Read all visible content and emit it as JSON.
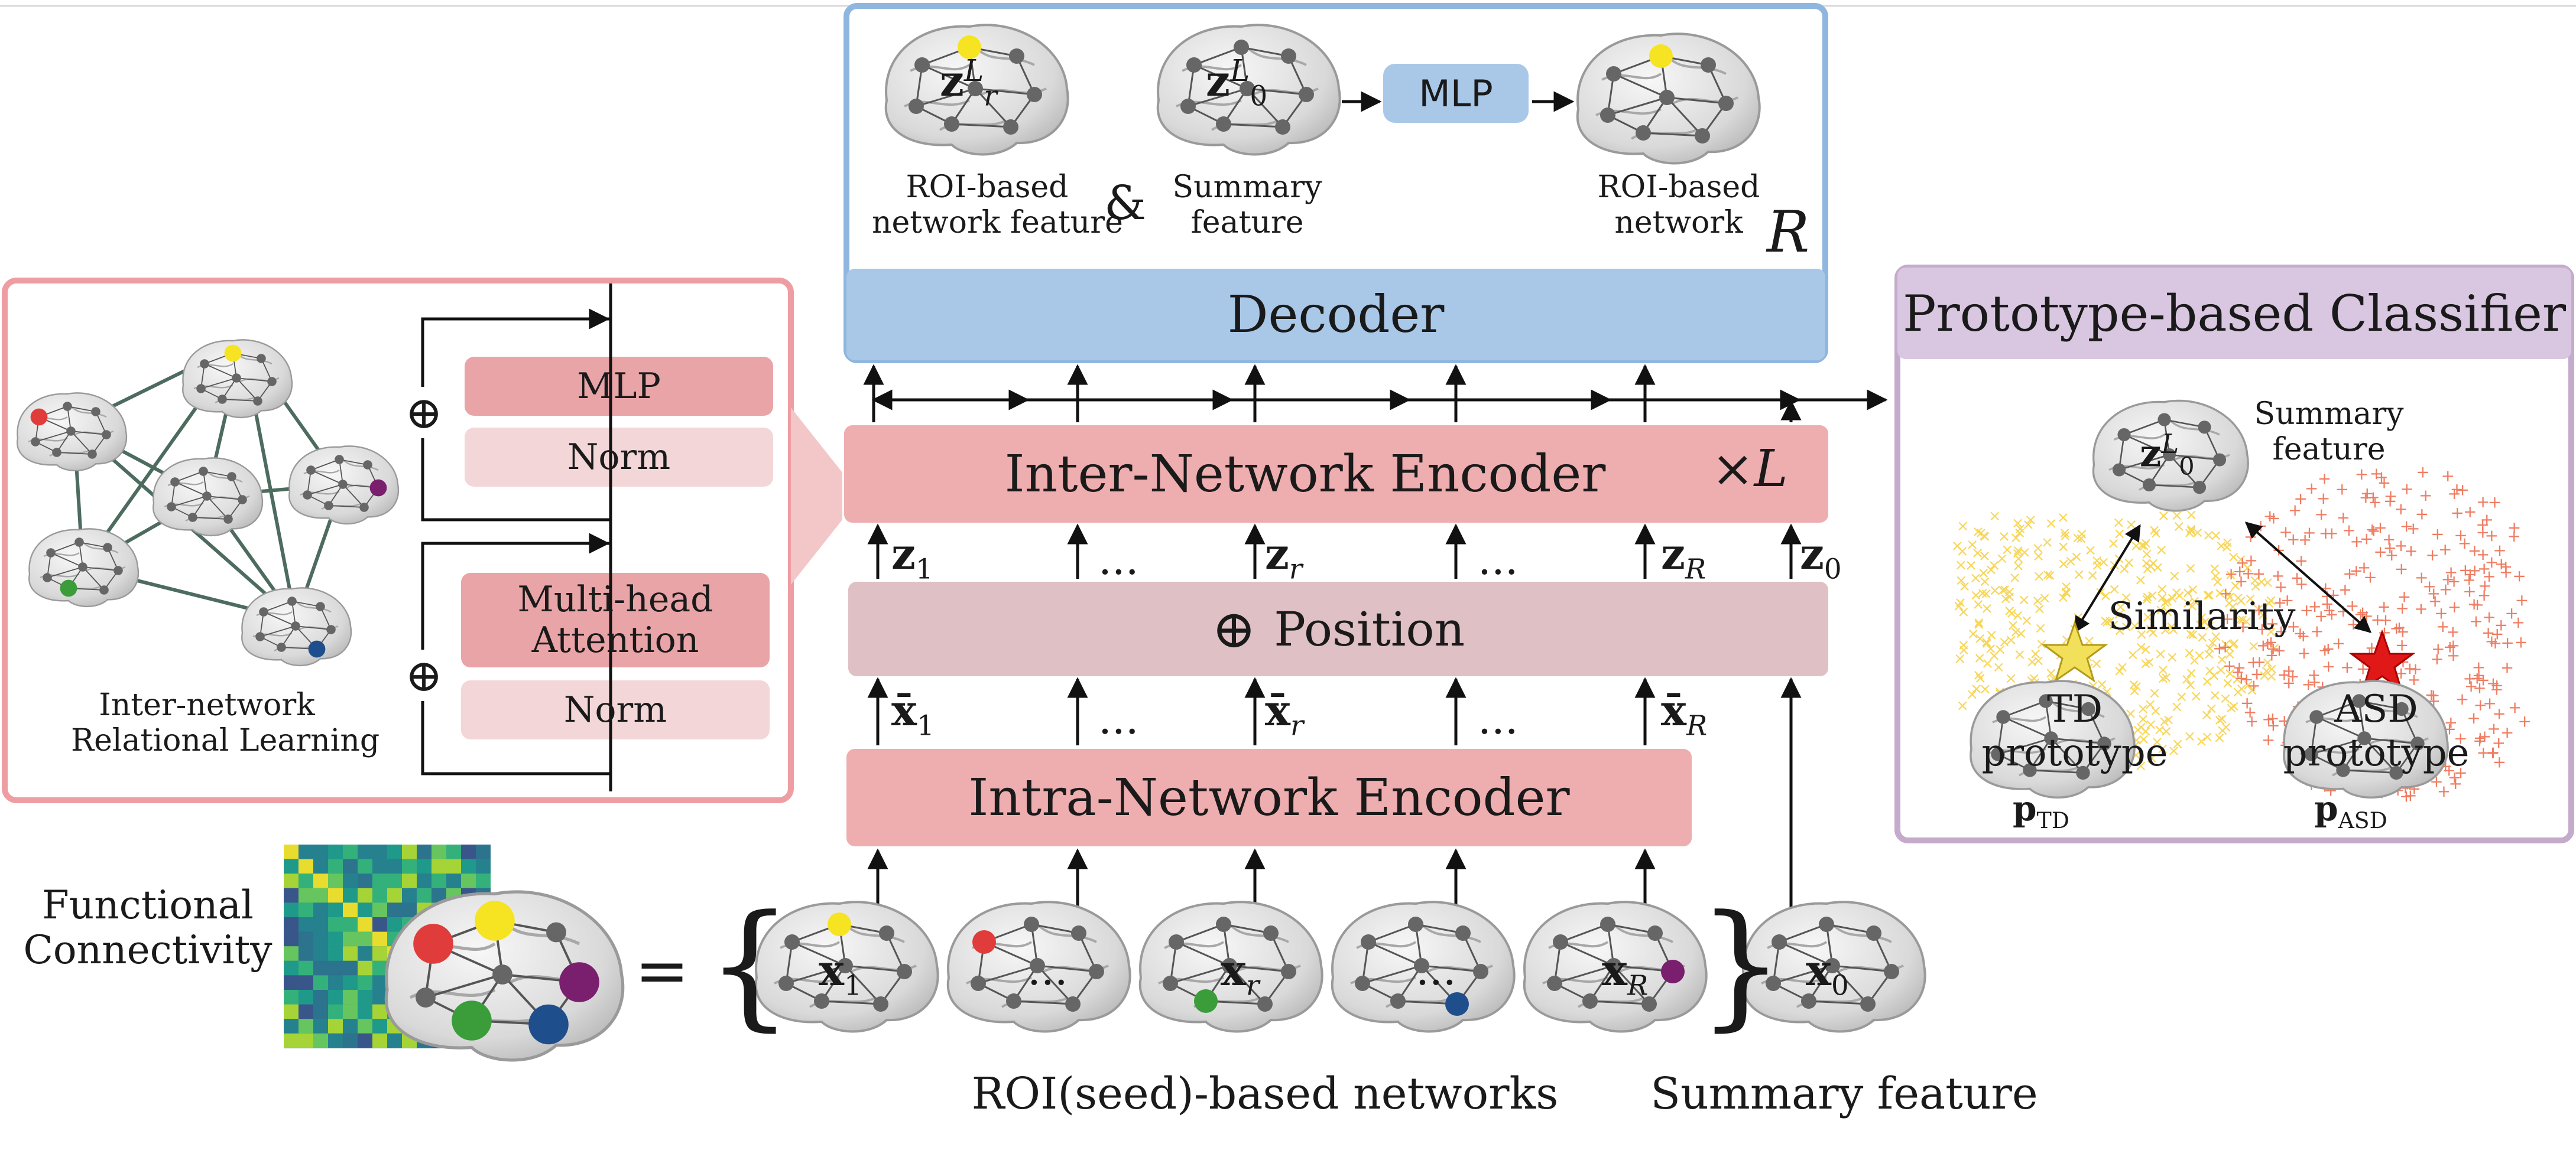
{
  "colors": {
    "decoder_fill": "#a9c8e8",
    "decoder_border": "#8fb6df",
    "encoder_fill": "#eeaeb0",
    "position_fill": "#dfc0c4",
    "panel_border_pink": "#ee9ea3",
    "panel_border_purple": "#c4aacb",
    "classifier_title_fill": "#d9c7e1",
    "mlp_fill": "#e9a4a8",
    "norm_fill": "#f3d6d7",
    "mlp_blue": "#a9c8e8",
    "td_points": "#f7d65a",
    "asd_points": "#ef7d62",
    "node_gray": "#666666",
    "node_yellow": "#f6e321",
    "node_red": "#e03c3c",
    "node_green": "#3a9d3a",
    "node_blue": "#1f4e8c",
    "node_purple": "#7a1e6e"
  },
  "decoder_panel": {
    "roi_feature_label": [
      "ROI-based",
      "network feature"
    ],
    "ampersand": "&",
    "summary_label": [
      "Summary",
      "feature"
    ],
    "mlp_label": "MLP",
    "roi_network_label": [
      "ROI-based",
      "network"
    ],
    "r_symbol": "R",
    "brain_symbols": {
      "zr": "z",
      "zr_sup": "L",
      "zr_sub": "r",
      "z0": "z",
      "z0_sup": "L",
      "z0_sub": "0"
    },
    "title": "Decoder"
  },
  "relational_panel": {
    "mlp_label": "MLP",
    "norm_top_label": "Norm",
    "attention_label": [
      "Multi-head",
      "Attention"
    ],
    "norm_bottom_label": "Norm",
    "plus_symbol": "⊕",
    "caption": [
      "Inter-network",
      "Relational Learning"
    ]
  },
  "center": {
    "inter_encoder_label": "Inter-Network Encoder",
    "times_symbol": "×",
    "times_l": "L",
    "position_label": "Position",
    "position_plus": "⊕",
    "intra_encoder_label": "Intra-Network Encoder",
    "z_tokens": {
      "z": "z",
      "sub1": "1",
      "subr": "r",
      "subR": "R",
      "sub0": "0",
      "dots": "..."
    },
    "x_tokens": {
      "x": "x̄",
      "sub1": "1",
      "subr": "r",
      "subR": "R",
      "dots": "..."
    }
  },
  "classifier_panel": {
    "title": "Prototype-based Classifier",
    "summary_label": [
      "Summary",
      "feature"
    ],
    "similarity_label": "Similarity",
    "td_label": [
      "TD",
      "prototype"
    ],
    "asd_label": [
      "ASD",
      "prototype"
    ],
    "p_td": "p",
    "p_td_sub": "TD",
    "p_asd": "p",
    "p_asd_sub": "ASD",
    "z0": "z",
    "z0_sup": "L",
    "z0_sub": "0"
  },
  "bottom": {
    "fc_label": [
      "Functional",
      "Connectivity"
    ],
    "equals": "=",
    "brace_open": "{",
    "brace_close": "}",
    "roi_networks_label": "ROI(seed)-based networks",
    "summary_label": "Summary feature",
    "brain_tokens": {
      "x": "x",
      "sub1": "1",
      "subr": "r",
      "subR": "R",
      "sub0": "0",
      "dots": "..."
    }
  }
}
